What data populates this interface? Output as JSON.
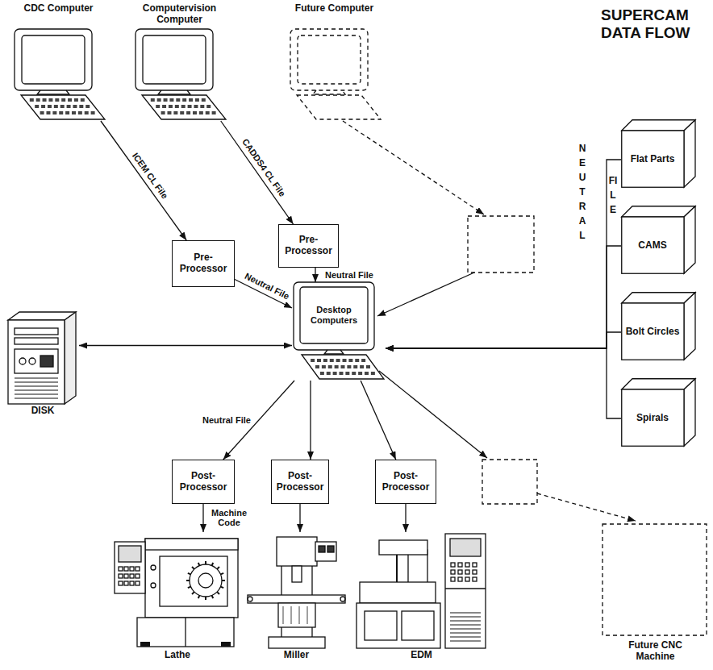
{
  "diagram": {
    "title": "SUPERCAM DATA FLOW",
    "nodes": [
      {
        "text": [
          "CDC Computer"
        ]
      },
      {
        "text": [
          "Computervision Computer"
        ]
      },
      {
        "text": [
          "Future Computer"
        ]
      },
      {
        "text": [
          "Pre-Processor"
        ]
      },
      {
        "text": [
          "Pre-Processor"
        ]
      },
      {
        "text": [
          "DISK"
        ]
      },
      {
        "text": [
          "Desktop Computers"
        ]
      },
      {
        "text": [
          "Flat Parts"
        ]
      },
      {
        "text": [
          "CAMS"
        ]
      },
      {
        "text": [
          "Bolt Circles"
        ]
      },
      {
        "text": [
          "Spirals"
        ]
      },
      {
        "text": [
          "Post-Processor"
        ]
      },
      {
        "text": [
          "Post-Processor"
        ]
      },
      {
        "text": [
          "Post-Processor"
        ]
      },
      {
        "text": [
          "Lathe"
        ]
      },
      {
        "text": [
          "Miller"
        ]
      },
      {
        "text": [
          "EDM"
        ]
      },
      {
        "text": [
          "Future CNC Machine"
        ]
      }
    ],
    "edges": [
      {
        "from": 0,
        "to": 3,
        "label": "ICEM CL File",
        "arrow": "to"
      },
      {
        "from": 1,
        "to": 4,
        "label": "CADDS4 CL File",
        "arrow": "to"
      },
      {
        "from": 3,
        "to": 6,
        "label": "Neutral File",
        "arrow": "to"
      },
      {
        "from": 4,
        "to": 6,
        "label": "Neutral File",
        "arrow": "to"
      },
      {
        "from": 6,
        "to": 5,
        "arrow": "both"
      },
      {
        "from": 7,
        "to": 6,
        "arrow": "to"
      },
      {
        "from": 8,
        "to": 6,
        "arrow": "to"
      },
      {
        "from": 9,
        "to": 6,
        "arrow": "to"
      },
      {
        "from": 10,
        "to": 6,
        "arrow": "to"
      },
      {
        "from": 6,
        "to": 11,
        "label": "Neutral File",
        "arrow": "to"
      },
      {
        "from": 6,
        "to": 12,
        "arrow": "to"
      },
      {
        "from": 6,
        "to": 13,
        "arrow": "to"
      },
      {
        "from": 11,
        "to": 14,
        "label": "Machine Code",
        "arrow": "to"
      },
      {
        "from": 12,
        "to": 15,
        "arrow": "to"
      },
      {
        "from": 13,
        "to": 16,
        "arrow": "to"
      }
    ],
    "labels": [
      "NEUTRAL",
      "FILE"
    ]
  }
}
